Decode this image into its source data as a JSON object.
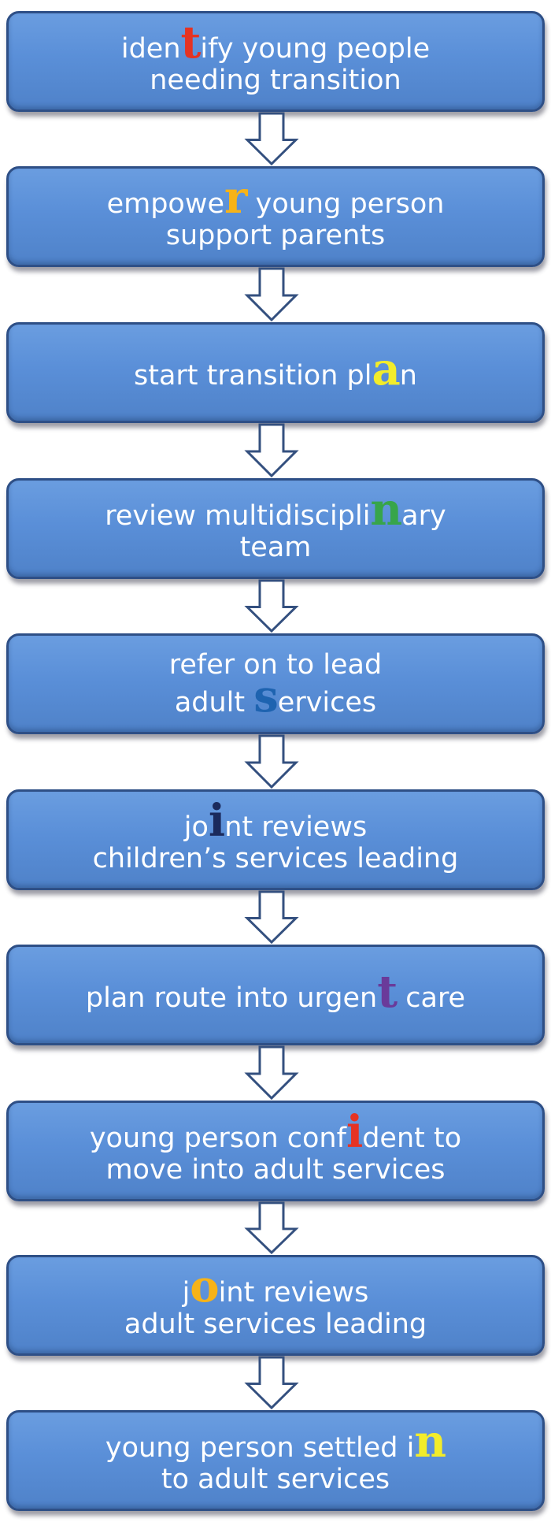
{
  "steps": [
    {
      "lines": [
        {
          "before": "iden",
          "highlight": "t",
          "after": "ify young people"
        },
        {
          "before": "needing transition",
          "highlight": "",
          "after": ""
        }
      ],
      "highlight_color": "#e53323"
    },
    {
      "lines": [
        {
          "before": "empowe",
          "highlight": "r",
          "after": " young person"
        },
        {
          "before": "support parents",
          "highlight": "",
          "after": ""
        }
      ],
      "highlight_color": "#f7b318"
    },
    {
      "lines": [
        {
          "before": "start transition pl",
          "highlight": "a",
          "after": "n"
        }
      ],
      "highlight_color": "#f2ec2a"
    },
    {
      "lines": [
        {
          "before": "review multidiscipli",
          "highlight": "n",
          "after": "ary"
        },
        {
          "before": "team",
          "highlight": "",
          "after": ""
        }
      ],
      "highlight_color": "#37a54a"
    },
    {
      "lines": [
        {
          "before": "refer on to lead",
          "highlight": "",
          "after": ""
        },
        {
          "before": "adult ",
          "highlight": "s",
          "after": "ervices"
        }
      ],
      "highlight_color": "#1e63b0"
    },
    {
      "lines": [
        {
          "before": "jo",
          "highlight": "i",
          "after": "nt reviews"
        },
        {
          "before": "children’s services leading",
          "highlight": "",
          "after": ""
        }
      ],
      "highlight_color": "#1b2a5c"
    },
    {
      "lines": [
        {
          "before": "plan route into urgen",
          "highlight": "t",
          "after": " care"
        }
      ],
      "highlight_color": "#6a3a9a"
    },
    {
      "lines": [
        {
          "before": "young person conf",
          "highlight": "i",
          "after": "dent to"
        },
        {
          "before": "move into adult services",
          "highlight": "",
          "after": ""
        }
      ],
      "highlight_color": "#e53323"
    },
    {
      "lines": [
        {
          "before": "j",
          "highlight": "o",
          "after": "int reviews"
        },
        {
          "before": "adult services leading",
          "highlight": "",
          "after": ""
        }
      ],
      "highlight_color": "#f7b318"
    },
    {
      "lines": [
        {
          "before": "young person settled i",
          "highlight": "n",
          "after": ""
        },
        {
          "before": "to adult services",
          "highlight": "",
          "after": ""
        }
      ],
      "highlight_color": "#f2ec2a"
    }
  ],
  "colors": {
    "box_fill": "#5a8fd8",
    "box_border": "#2e4f86",
    "text": "#ffffff",
    "arrow_stroke": "#34507f",
    "arrow_fill": "#ffffff"
  }
}
